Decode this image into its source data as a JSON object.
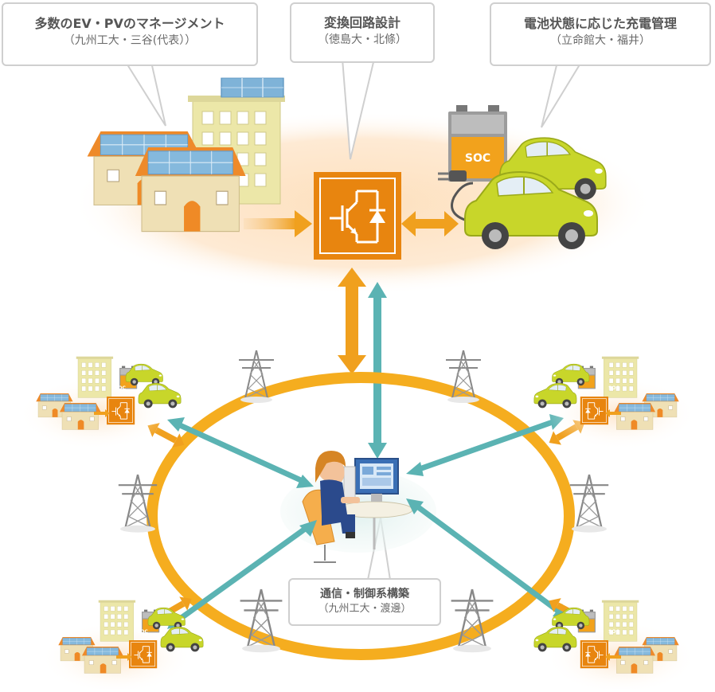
{
  "callouts": {
    "ev_pv": {
      "title": "多数のEV・PVのマネージメント",
      "sub": "（九州工大・三谷(代表））"
    },
    "circuit": {
      "title": "変換回路設計",
      "sub": "（徳島大・北條）"
    },
    "battery": {
      "title": "電池状態に応じた充電管理",
      "sub": "（立命館大・福井）"
    },
    "comm": {
      "title": "通信・制御系構築",
      "sub": "（九州工大・渡邊）"
    }
  },
  "labels": {
    "soc": "SOC"
  },
  "colors": {
    "orange": "#f0a01e",
    "converter": "#e8850f",
    "teal": "#5bb3b3",
    "car": "#c8d62a",
    "ring": "#f5ad1f",
    "glow": "#fde3c4"
  }
}
